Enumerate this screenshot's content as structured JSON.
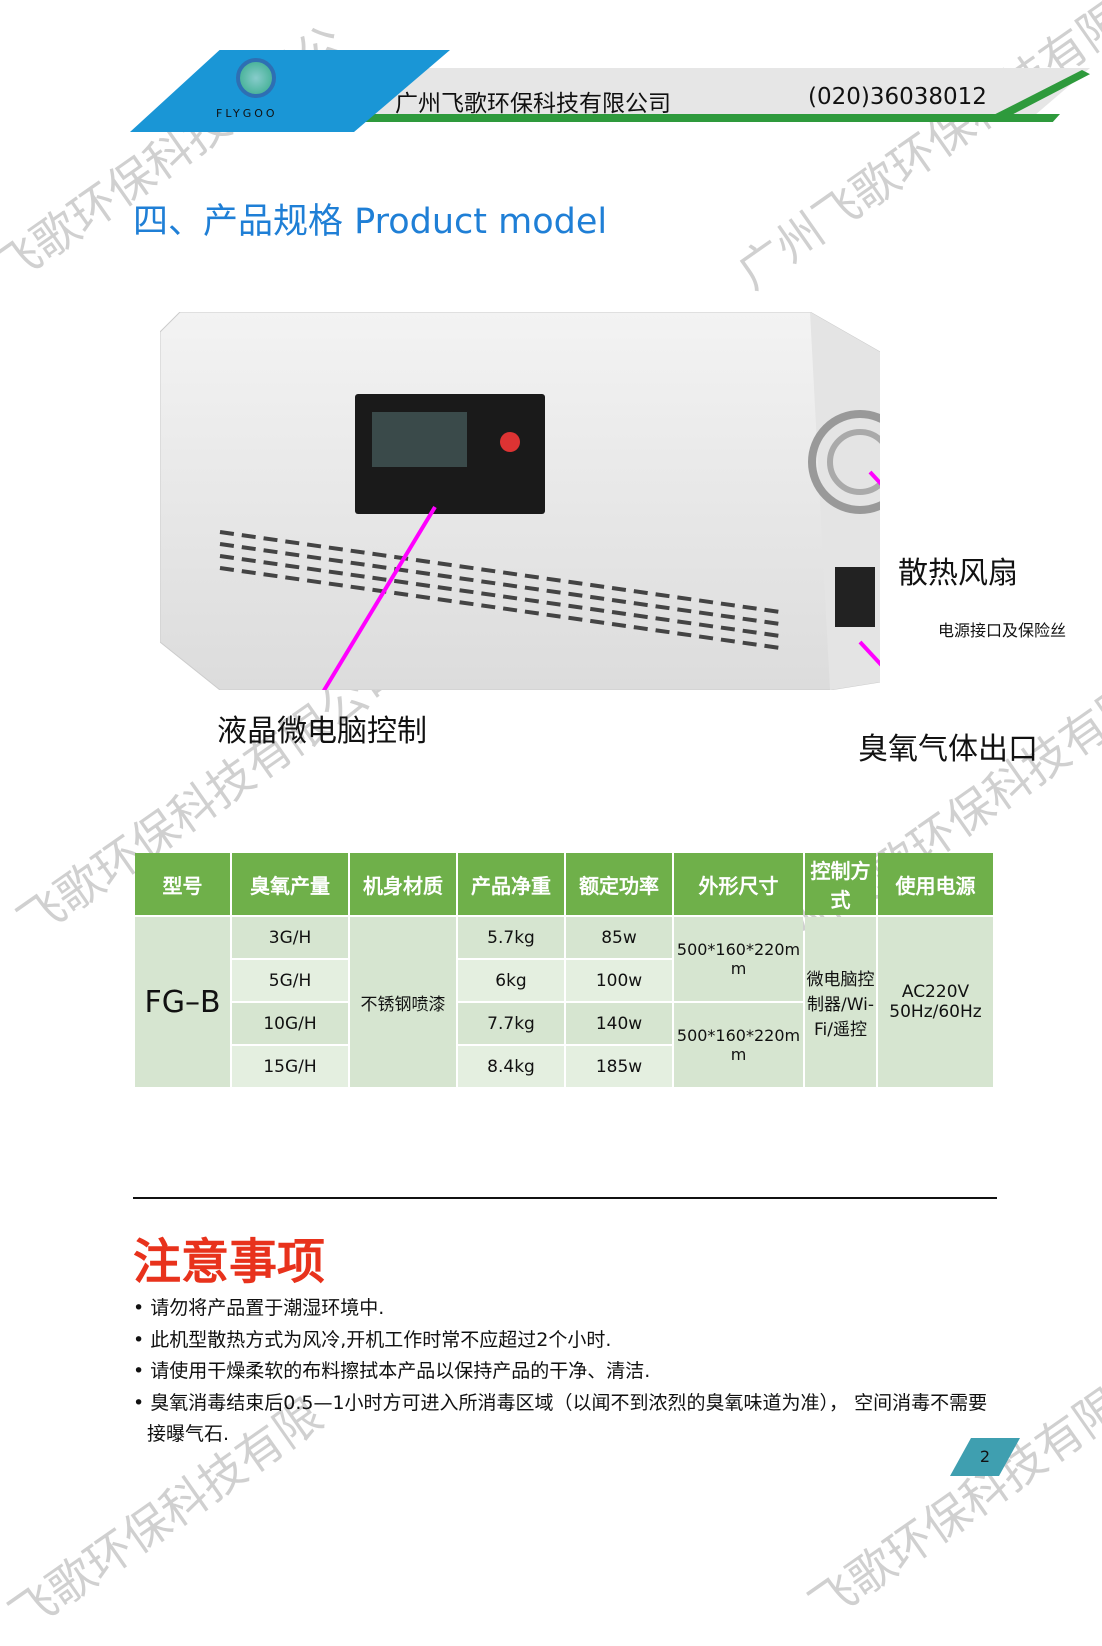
{
  "header": {
    "logo_text": "FLYGOO",
    "company": "广州飞歌环保科技有限公司",
    "phone": "(020)36038012"
  },
  "title": "四、产品规格 Product model",
  "callouts": {
    "lcd": "液晶微电脑控制",
    "fan": "散热风扇",
    "power": "电源接口及保险丝",
    "outlet": "臭氧气体出口"
  },
  "table": {
    "headers": [
      "型号",
      "臭氧产量",
      "机身材质",
      "产品净重",
      "额定功率",
      "外形尺寸",
      "控制方式",
      "使用电源"
    ],
    "model": "FG–B",
    "material": "不锈钢喷漆",
    "control": "微电脑控制器/Wi-Fi/遥控",
    "power": "AC220V 50Hz/60Hz",
    "size1": "500*160*220mm",
    "size2": "500*160*220mm",
    "rows": [
      {
        "output": "3G/H",
        "weight": "5.7kg",
        "watt": "85w"
      },
      {
        "output": "5G/H",
        "weight": "6kg",
        "watt": "100w"
      },
      {
        "output": "10G/H",
        "weight": "7.7kg",
        "watt": "140w"
      },
      {
        "output": "15G/H",
        "weight": "8.4kg",
        "watt": "185w"
      }
    ]
  },
  "notice": {
    "title": "注意事项",
    "items": [
      "请勿将产品置于潮湿环境中.",
      "此机型散热方式为风冷,开机工作时常不应超过2个小时.",
      "请使用干燥柔软的布料擦拭本产品以保持产品的干净、清洁.",
      "臭氧消毒结束后0.5—1小时方可进入所消毒区域（以闻不到浓烈的臭氧味道为准）， 空间消毒不需要接曝气石."
    ]
  },
  "page_number": "2",
  "watermark": "广州飞歌环保科技有限公司"
}
